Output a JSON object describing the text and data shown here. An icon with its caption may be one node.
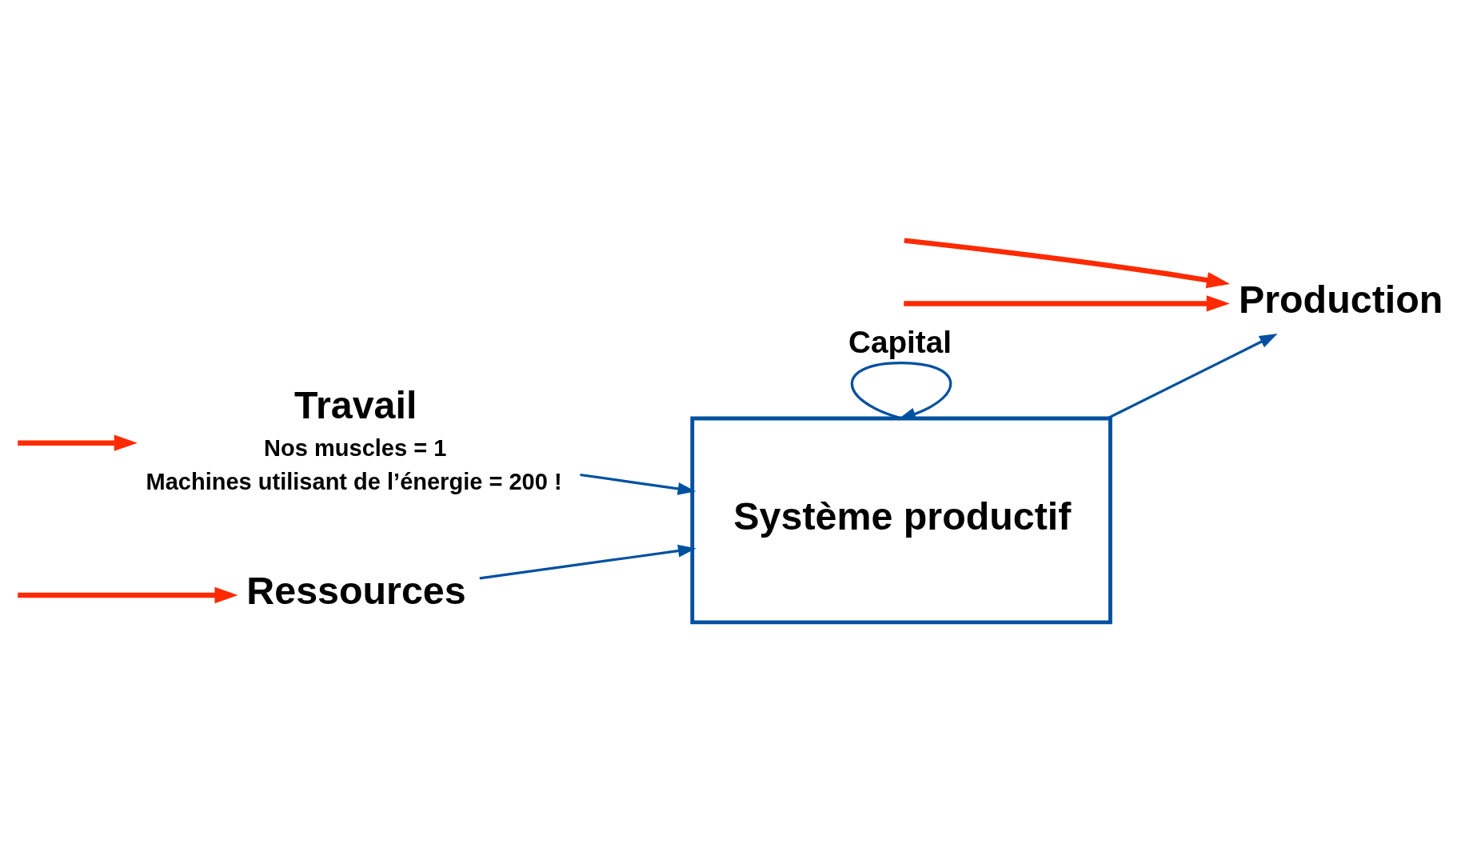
{
  "diagram": {
    "nodes": [
      {
        "text": [
          "Ressources"
        ]
      },
      {
        "text": [
          "Système productif"
        ]
      },
      {
        "text": [
          "Production"
        ]
      },
      {
        "text": [
          "Travail"
        ],
        "beside": [
          "Nos muscles = 1",
          "Machines utilisant de l’énergie = 200 !"
        ]
      }
    ],
    "edges": [
      {
        "from": 0,
        "to": 1,
        "arrow": "to"
      },
      {
        "from": 1,
        "to": 1,
        "arrow": "to",
        "label": "Capital"
      },
      {
        "from": 1,
        "to": 2,
        "arrow": "to"
      },
      {
        "from": 3,
        "to": 1,
        "arrow": "to"
      },
      {
        "from": null,
        "to": 0,
        "arrow": "to",
        "style": "thick",
        "color": "#ff2a00"
      },
      {
        "from": null,
        "to": 2,
        "arrow": "to",
        "style": "thick",
        "color": "#ff2a00"
      },
      {
        "from": null,
        "to": 2,
        "arrow": "to",
        "style": "thick",
        "color": "#ff2a00"
      },
      {
        "from": null,
        "to": 3,
        "arrow": "to",
        "style": "thick",
        "color": "#ff2a00"
      }
    ]
  }
}
